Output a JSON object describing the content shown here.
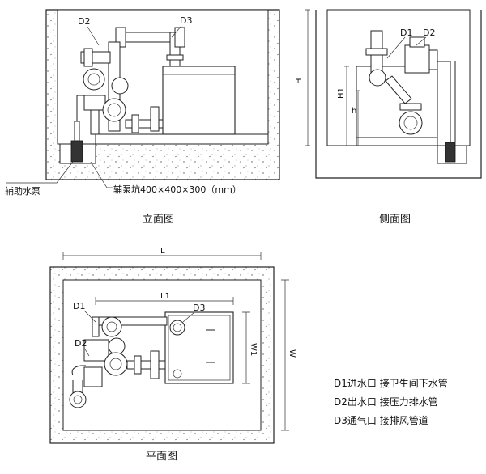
{
  "views": {
    "front": {
      "caption": "立面图",
      "labels": {
        "d2": "D2",
        "d3": "D3"
      },
      "annotations": {
        "aux_pump": "辅助水泵",
        "aux_pit": "辅泵坑400×400×300（mm）"
      }
    },
    "side": {
      "caption": "侧面图",
      "labels": {
        "d1": "D1",
        "d2": "D2"
      },
      "dimensions": {
        "h": "h",
        "h1": "H1",
        "height": "H"
      }
    },
    "plan": {
      "caption": "平面图",
      "labels": {
        "d1": "D1",
        "d2": "D2",
        "d3": "D3"
      },
      "dimensions": {
        "L": "L",
        "L1": "L1",
        "W": "W",
        "W1": "W1"
      }
    }
  },
  "legend": [
    {
      "code": "D1",
      "text": "D1进水口  接卫生间下水管"
    },
    {
      "code": "D2",
      "text": "D2出水口  接压力排水管"
    },
    {
      "code": "D3",
      "text": "D3通气口  接排风管道"
    }
  ]
}
